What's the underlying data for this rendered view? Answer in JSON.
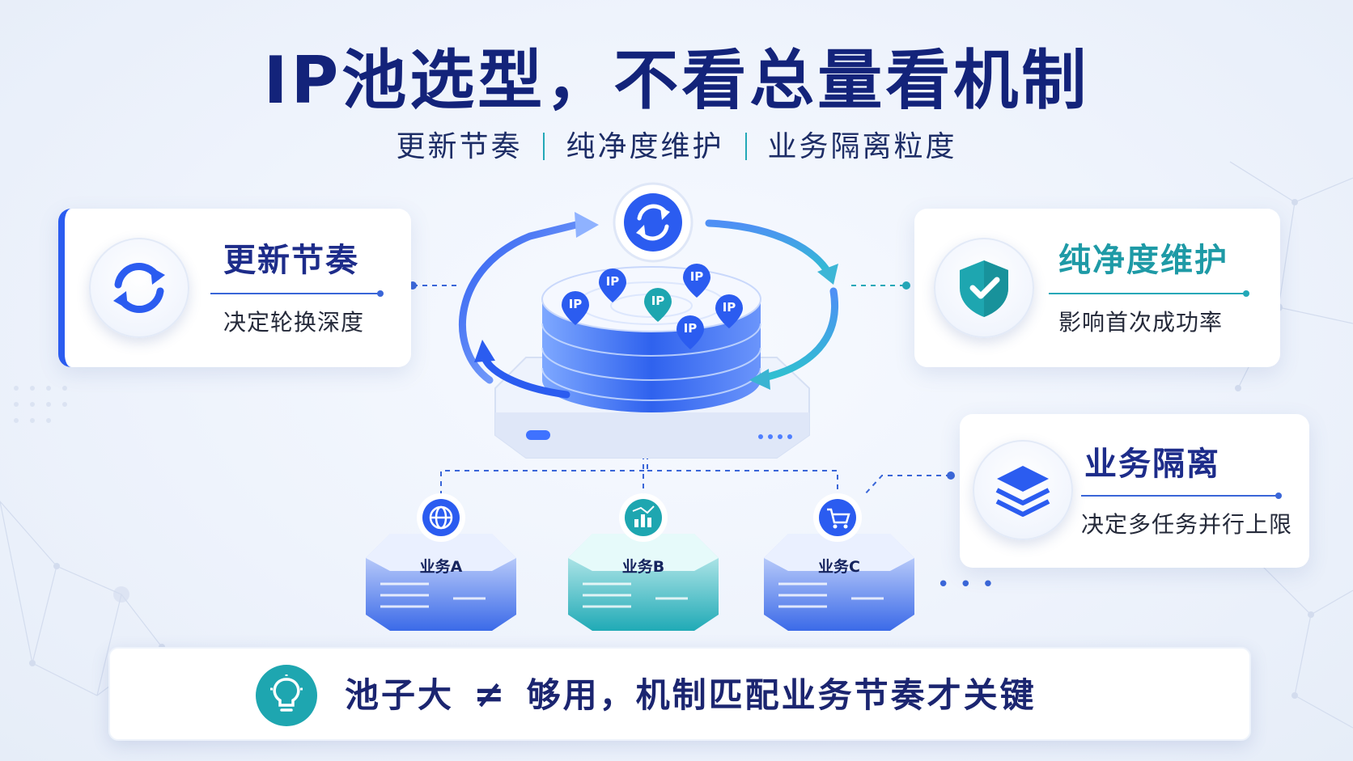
{
  "title": "IP池选型，不看总量看机制",
  "subtitle": {
    "item1": "更新节奏",
    "item2": "纯净度维护",
    "item3": "业务隔离粒度"
  },
  "cards": {
    "update": {
      "title": "更新节奏",
      "desc": "决定轮换深度",
      "icon": "refresh-icon"
    },
    "purity": {
      "title": "纯净度维护",
      "desc": "影响首次成功率",
      "icon": "shield-check-icon"
    },
    "isolation": {
      "title": "业务隔离",
      "desc": "决定多任务并行上限",
      "icon": "layers-icon"
    }
  },
  "center": {
    "pins": [
      "IP",
      "IP",
      "IP",
      "IP",
      "IP",
      "IP"
    ]
  },
  "businesses": [
    {
      "label": "业务A",
      "icon": "globe-icon"
    },
    {
      "label": "业务B",
      "icon": "chart-icon"
    },
    {
      "label": "业务C",
      "icon": "cart-icon"
    }
  ],
  "more": "• • •",
  "slogan": {
    "part1": "池子大",
    "neq": "≠",
    "part2": "够用，机制匹配业务节奏才关键",
    "icon": "lightbulb-icon"
  },
  "colors": {
    "title": "#13237a",
    "blue": "#2b5cf0",
    "teal": "#1ea6b0"
  }
}
